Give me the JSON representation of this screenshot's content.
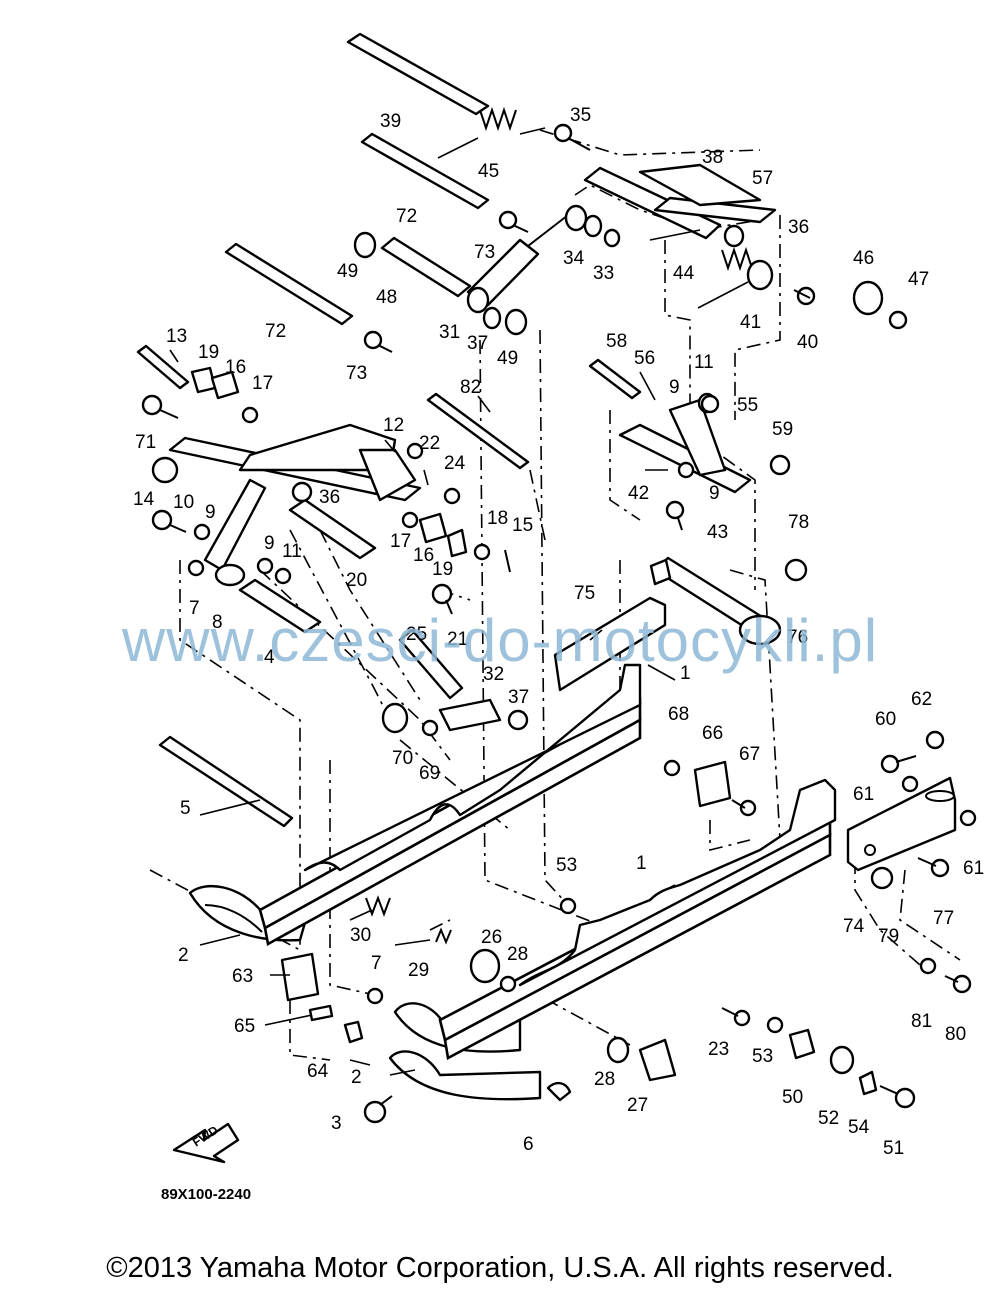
{
  "callouts": [
    {
      "id": "c39",
      "label": "39"
    },
    {
      "id": "c45",
      "label": "45"
    },
    {
      "id": "c35",
      "label": "35"
    },
    {
      "id": "c38",
      "label": "38"
    },
    {
      "id": "c57",
      "label": "57"
    },
    {
      "id": "c36a",
      "label": "36"
    },
    {
      "id": "c72a",
      "label": "72"
    },
    {
      "id": "c73a",
      "label": "73"
    },
    {
      "id": "c34",
      "label": "34"
    },
    {
      "id": "c33",
      "label": "33"
    },
    {
      "id": "c44",
      "label": "44"
    },
    {
      "id": "c46",
      "label": "46"
    },
    {
      "id": "c47",
      "label": "47"
    },
    {
      "id": "c49a",
      "label": "49"
    },
    {
      "id": "c48",
      "label": "48"
    },
    {
      "id": "c41",
      "label": "41"
    },
    {
      "id": "c40",
      "label": "40"
    },
    {
      "id": "c72b",
      "label": "72"
    },
    {
      "id": "c31",
      "label": "31"
    },
    {
      "id": "c37a",
      "label": "37"
    },
    {
      "id": "c49b",
      "label": "49"
    },
    {
      "id": "c13",
      "label": "13"
    },
    {
      "id": "c19a",
      "label": "19"
    },
    {
      "id": "c16a",
      "label": "16"
    },
    {
      "id": "c17a",
      "label": "17"
    },
    {
      "id": "c73b",
      "label": "73"
    },
    {
      "id": "c58",
      "label": "58"
    },
    {
      "id": "c56",
      "label": "56"
    },
    {
      "id": "c11a",
      "label": "11"
    },
    {
      "id": "c82",
      "label": "82"
    },
    {
      "id": "c9a",
      "label": "9"
    },
    {
      "id": "c55",
      "label": "55"
    },
    {
      "id": "c59",
      "label": "59"
    },
    {
      "id": "c71",
      "label": "71"
    },
    {
      "id": "c12",
      "label": "12"
    },
    {
      "id": "c22",
      "label": "22"
    },
    {
      "id": "c24",
      "label": "24"
    },
    {
      "id": "c42",
      "label": "42"
    },
    {
      "id": "c9b",
      "label": "9"
    },
    {
      "id": "c43",
      "label": "43"
    },
    {
      "id": "c14",
      "label": "14"
    },
    {
      "id": "c10",
      "label": "10"
    },
    {
      "id": "c9c",
      "label": "9"
    },
    {
      "id": "c36b",
      "label": "36"
    },
    {
      "id": "c18",
      "label": "18"
    },
    {
      "id": "c15",
      "label": "15"
    },
    {
      "id": "c78",
      "label": "78"
    },
    {
      "id": "c17b",
      "label": "17"
    },
    {
      "id": "c16b",
      "label": "16"
    },
    {
      "id": "c19b",
      "label": "19"
    },
    {
      "id": "c9d",
      "label": "9"
    },
    {
      "id": "c11b",
      "label": "11"
    },
    {
      "id": "c20",
      "label": "20"
    },
    {
      "id": "c7a",
      "label": "7"
    },
    {
      "id": "c8",
      "label": "8"
    },
    {
      "id": "c75",
      "label": "75"
    },
    {
      "id": "c21",
      "label": "21"
    },
    {
      "id": "c76",
      "label": "76"
    },
    {
      "id": "c4",
      "label": "4"
    },
    {
      "id": "c25",
      "label": "25"
    },
    {
      "id": "c1a",
      "label": "1"
    },
    {
      "id": "c32",
      "label": "32"
    },
    {
      "id": "c37b",
      "label": "37"
    },
    {
      "id": "c62",
      "label": "62"
    },
    {
      "id": "c60",
      "label": "60"
    },
    {
      "id": "c68",
      "label": "68"
    },
    {
      "id": "c66",
      "label": "66"
    },
    {
      "id": "c70",
      "label": "70"
    },
    {
      "id": "c69",
      "label": "69"
    },
    {
      "id": "c67",
      "label": "67"
    },
    {
      "id": "c61a",
      "label": "61"
    },
    {
      "id": "c5",
      "label": "5"
    },
    {
      "id": "c61b",
      "label": "61"
    },
    {
      "id": "c53a",
      "label": "53"
    },
    {
      "id": "c1b",
      "label": "1"
    },
    {
      "id": "c77",
      "label": "77"
    },
    {
      "id": "c74",
      "label": "74"
    },
    {
      "id": "c79",
      "label": "79"
    },
    {
      "id": "c30",
      "label": "30"
    },
    {
      "id": "c26",
      "label": "26"
    },
    {
      "id": "c28a",
      "label": "28"
    },
    {
      "id": "c2a",
      "label": "2"
    },
    {
      "id": "c29",
      "label": "29"
    },
    {
      "id": "c7b",
      "label": "7"
    },
    {
      "id": "c63",
      "label": "63"
    },
    {
      "id": "c81",
      "label": "81"
    },
    {
      "id": "c80",
      "label": "80"
    },
    {
      "id": "c65",
      "label": "65"
    },
    {
      "id": "c23",
      "label": "23"
    },
    {
      "id": "c53b",
      "label": "53"
    },
    {
      "id": "c64",
      "label": "64"
    },
    {
      "id": "c2b",
      "label": "2"
    },
    {
      "id": "c28b",
      "label": "28"
    },
    {
      "id": "c50",
      "label": "50"
    },
    {
      "id": "c52",
      "label": "52"
    },
    {
      "id": "c54",
      "label": "54"
    },
    {
      "id": "c27",
      "label": "27"
    },
    {
      "id": "c3",
      "label": "3"
    },
    {
      "id": "c6",
      "label": "6"
    },
    {
      "id": "c51",
      "label": "51"
    }
  ],
  "fwd_label": "FWD",
  "drawing_code": "89X100-2240",
  "watermark": "www.czesci-do-motocykli.pl",
  "copyright": "©2013 Yamaha Motor Corporation, U.S.A. All rights reserved."
}
